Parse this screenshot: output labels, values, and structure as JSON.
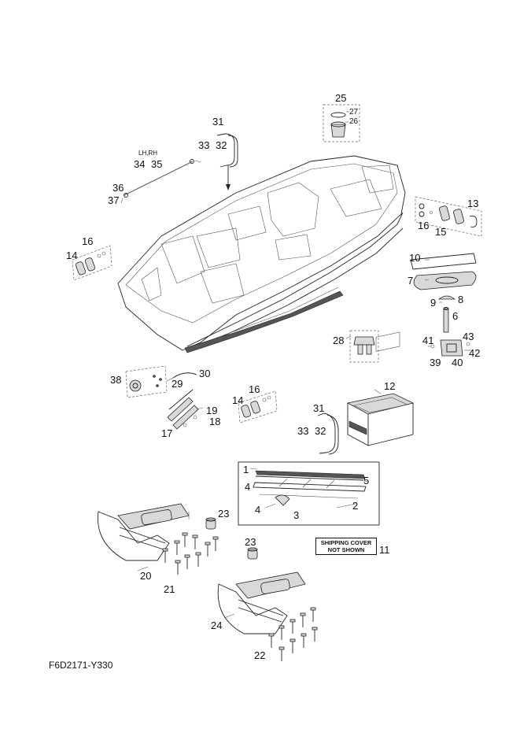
{
  "figure_code": "F6D2171-Y330",
  "shipping_note": {
    "line1": "SHIPPING COVER",
    "line2": "NOT SHOWN"
  },
  "side_label": "LH,RH",
  "callouts": {
    "c1": "1",
    "c2": "2",
    "c3": "3",
    "c4a": "4",
    "c4b": "4",
    "c5": "5",
    "c6": "6",
    "c7": "7",
    "c8": "8",
    "c9": "9",
    "c10": "10",
    "c11": "11",
    "c12": "12",
    "c13": "13",
    "c14a": "14",
    "c14b": "14",
    "c15": "15",
    "c16a": "16",
    "c16b": "16",
    "c16c": "16",
    "c17": "17",
    "c18": "18",
    "c19": "19",
    "c20": "20",
    "c21": "21",
    "c22": "22",
    "c23a": "23",
    "c23b": "23",
    "c24": "24",
    "c25": "25",
    "c26": "26",
    "c27": "27",
    "c28": "28",
    "c29": "29",
    "c30": "30",
    "c31a": "31",
    "c31b": "31",
    "c32a": "32",
    "c32b": "32",
    "c33a": "33",
    "c33b": "33",
    "c34": "34",
    "c35": "35",
    "c36": "36",
    "c37": "37",
    "c38": "38",
    "c39": "39",
    "c40": "40",
    "c41": "41",
    "c42": "42",
    "c43": "43"
  }
}
